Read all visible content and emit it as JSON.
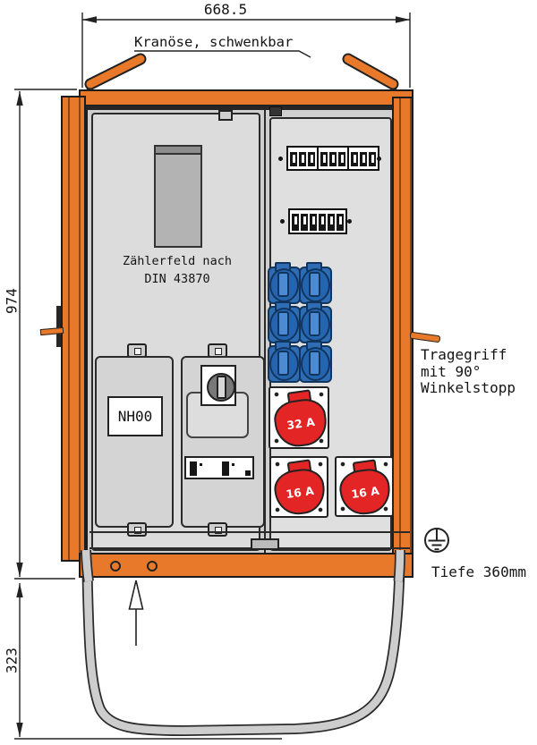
{
  "drawing_labels": {
    "top_width": "668.5",
    "crane_eye": "Kranöse, schwenkbar",
    "height": "974",
    "stand_height": "323",
    "meter_field_line1": "Zählerfeld nach",
    "meter_field_line2": "DIN 43870",
    "handle_line1": "Tragegriff",
    "handle_line2": "mit 90°",
    "handle_line3": "Winkelstopp",
    "depth": "Tiefe 360mm",
    "nh_fuse": "NH00"
  },
  "cee_sockets": [
    {
      "label": "32 A"
    },
    {
      "label": "16 A"
    },
    {
      "label": "16 A"
    }
  ],
  "components": {
    "breaker_row1_groups": 3,
    "breaker_row1_modules_per_group": 3,
    "breaker_row2_modules": 6,
    "schuko_socket_count": 6
  },
  "colors": {
    "cabinet_orange": "#E8792B",
    "outline": "#1C1C1C",
    "panel_gray": "#DCDCDC",
    "body_gray": "#CFCFCF",
    "socket_blue": "#2E6DB4",
    "socket_red": "#E32525",
    "stand_gray": "#CDCDCD"
  }
}
